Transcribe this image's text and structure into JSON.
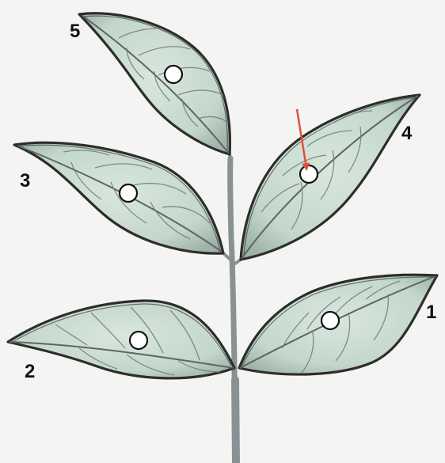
{
  "leaves": [
    {
      "id": "1",
      "label": "1"
    },
    {
      "id": "2",
      "label": "2"
    },
    {
      "id": "3",
      "label": "3"
    },
    {
      "id": "4",
      "label": "4"
    },
    {
      "id": "5",
      "label": "5"
    }
  ],
  "colors": {
    "background": "#f4f4f2",
    "leaf_fill": "#cfe0d6",
    "leaf_outline": "#2d2d2d",
    "stem": "#8a9194",
    "marker_fill": "#ffffff",
    "marker_stroke": "#111111",
    "arrow": "#e0503a"
  },
  "arrow_target_leaf": "4"
}
